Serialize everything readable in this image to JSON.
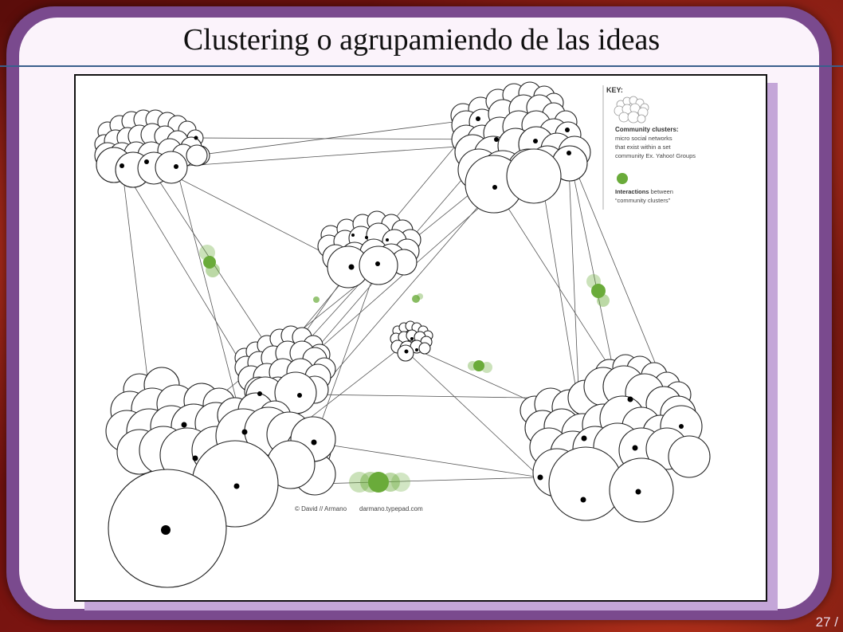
{
  "slide": {
    "title": "Clustering o agrupamiendo de las ideas",
    "page_number": "27 /"
  },
  "diagram": {
    "key_title": "KEY:",
    "key_clusters_heading": "Community clusters:",
    "key_clusters_line1": "micro social networks",
    "key_clusters_line2": "that exist within a set",
    "key_clusters_line3": "community Ex. Yahoo! Groups",
    "key_interactions_heading": "Interactions",
    "key_interactions_rest": " between",
    "key_interactions_line2": "“community clusters”",
    "credit": "© David // Armano",
    "credit_url": "darmano.typepad.com"
  },
  "colors": {
    "interaction_green": "#6aab3a",
    "frame_purple": "#7a4a8e",
    "title_rule": "#3a5f8c"
  }
}
